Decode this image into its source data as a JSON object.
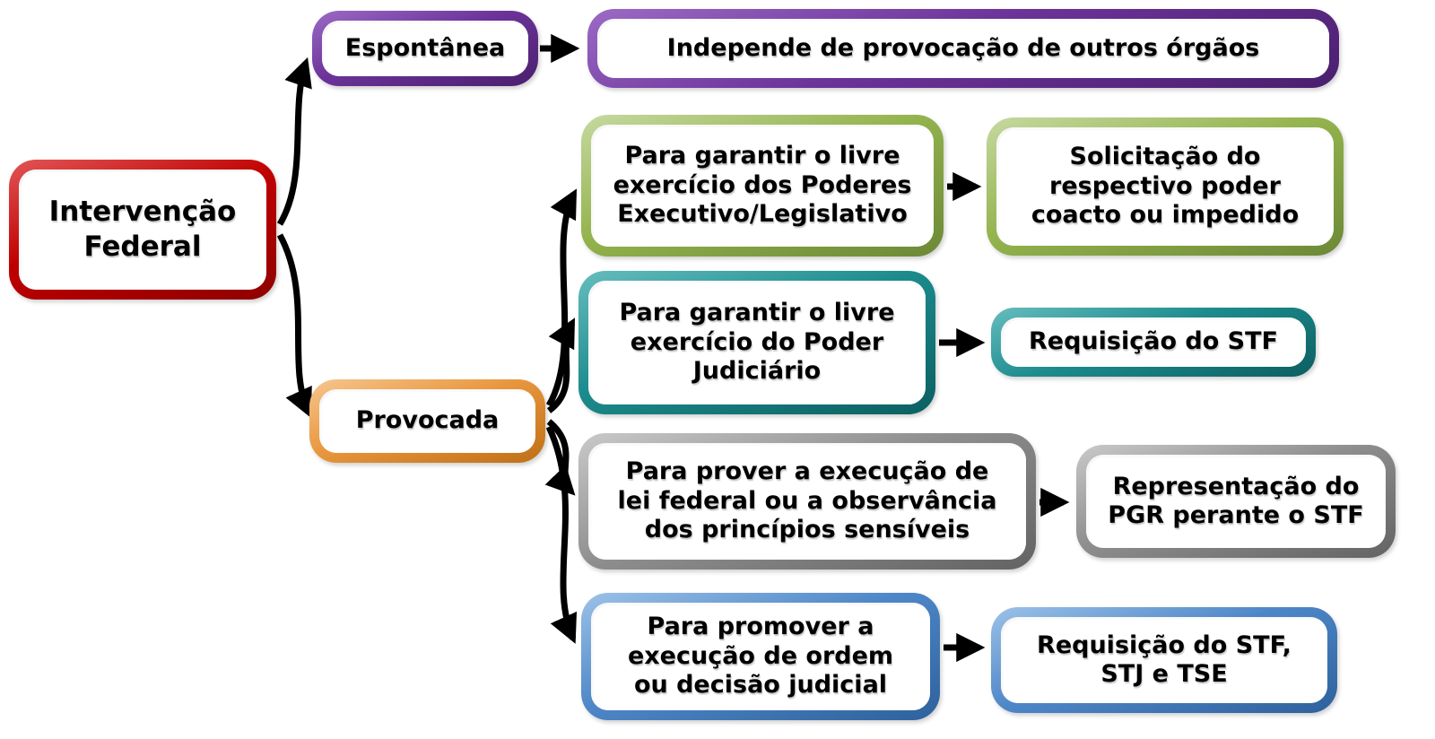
{
  "diagram": {
    "title": "Intervenção Federal",
    "nodes": [
      {
        "id": "intervencao-federal",
        "label": "Intervenção\nFederal",
        "color_name": "red",
        "colors": {
          "light": "#E25656",
          "main": "#C00000",
          "dark": "#8E0000"
        }
      },
      {
        "id": "espontanea",
        "label": "Espontânea",
        "color_name": "purple",
        "colors": {
          "light": "#9B6BC5",
          "main": "#6C3399",
          "dark": "#4A1F6E"
        }
      },
      {
        "id": "independe-provocacao",
        "label": "Independe de provocação de outros órgãos",
        "color_name": "purple",
        "colors": {
          "light": "#9B6BC5",
          "main": "#6C3399",
          "dark": "#4A1F6E"
        }
      },
      {
        "id": "garantir-exec-legislativo",
        "label": "Para garantir o livre\nexercício dos Poderes\nExecutivo/Legislativo",
        "color_name": "green",
        "colors": {
          "light": "#C6D9A0",
          "main": "#94B44E",
          "dark": "#6C8836"
        }
      },
      {
        "id": "solicitacao-poder-coacto",
        "label": "Solicitação do\nrespectivo poder\ncoacto ou impedido",
        "color_name": "green",
        "colors": {
          "light": "#C6D9A0",
          "main": "#94B44E",
          "dark": "#6C8836"
        }
      },
      {
        "id": "garantir-judiciario",
        "label": "Para garantir o livre\nexercício do Poder\nJudiciário",
        "color_name": "teal",
        "colors": {
          "light": "#66BDBE",
          "main": "#1C8B8D",
          "dark": "#0C5F61"
        }
      },
      {
        "id": "requisicao-stf",
        "label": "Requisição do STF",
        "color_name": "teal",
        "colors": {
          "light": "#66BDBE",
          "main": "#1C8B8D",
          "dark": "#0C5F61"
        }
      },
      {
        "id": "prover-lei-federal",
        "label": "Para prover a execução de\nlei federal ou a observância\ndos princípios sensíveis",
        "color_name": "gray",
        "colors": {
          "light": "#C9C9C9",
          "main": "#8E8E8E",
          "dark": "#636363"
        }
      },
      {
        "id": "representacao-pgr",
        "label": "Representação do\nPGR perante o STF",
        "color_name": "gray",
        "colors": {
          "light": "#C9C9C9",
          "main": "#8E8E8E",
          "dark": "#636363"
        }
      },
      {
        "id": "promover-ordem-judicial",
        "label": "Para promover a\nexecução de ordem\nou decisão judicial",
        "color_name": "blue",
        "colors": {
          "light": "#9CC2E8",
          "main": "#4E87C8",
          "dark": "#2E619C"
        }
      },
      {
        "id": "requisicao-stf-stj-tse",
        "label": "Requisição do STF,\nSTJ e TSE",
        "color_name": "blue",
        "colors": {
          "light": "#9CC2E8",
          "main": "#4E87C8",
          "dark": "#2E619C"
        }
      },
      {
        "id": "provocada",
        "label": "Provocada",
        "color_name": "orange",
        "colors": {
          "light": "#F6C68E",
          "main": "#E9973E",
          "dark": "#BF6F17"
        }
      }
    ],
    "edges": [
      {
        "from": "intervencao-federal",
        "to": "espontanea",
        "style": "curved"
      },
      {
        "from": "intervencao-federal",
        "to": "provocada",
        "style": "curved"
      },
      {
        "from": "espontanea",
        "to": "independe-provocacao",
        "style": "straight"
      },
      {
        "from": "provocada",
        "to": "garantir-exec-legislativo",
        "style": "curved"
      },
      {
        "from": "provocada",
        "to": "garantir-judiciario",
        "style": "curved"
      },
      {
        "from": "provocada",
        "to": "prover-lei-federal",
        "style": "curved"
      },
      {
        "from": "provocada",
        "to": "promover-ordem-judicial",
        "style": "curved"
      },
      {
        "from": "garantir-exec-legislativo",
        "to": "solicitacao-poder-coacto",
        "style": "straight"
      },
      {
        "from": "garantir-judiciario",
        "to": "requisicao-stf",
        "style": "straight"
      },
      {
        "from": "prover-lei-federal",
        "to": "representacao-pgr",
        "style": "straight"
      },
      {
        "from": "promover-ordem-judicial",
        "to": "requisicao-stf-stj-tse",
        "style": "straight"
      }
    ],
    "colors": {
      "connector": "#000000",
      "text": "#000000",
      "background": "#ffffff"
    }
  }
}
